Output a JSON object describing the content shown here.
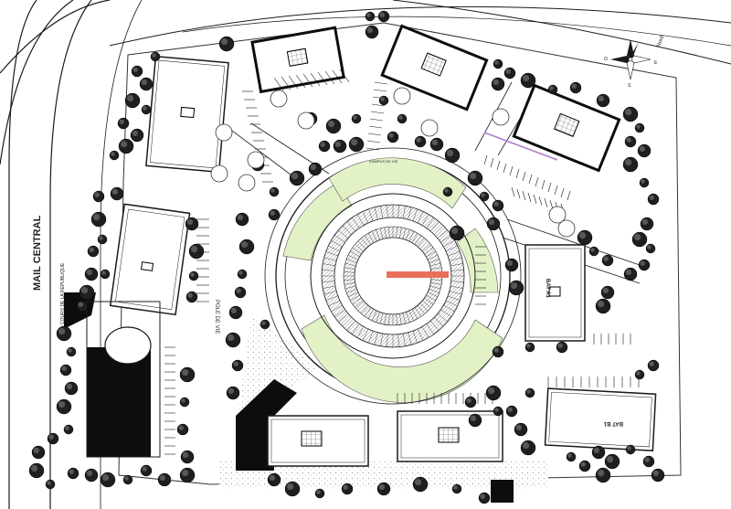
{
  "map": {
    "road_label": "MAIL CENTRAL",
    "road_sublabel": "COURS DE LA REPUBLIQUE",
    "pole_label": "POLE DE VIE",
    "ring_label": "CAMPUS DE VIE",
    "bat_a1": "BAT A1",
    "bat_b1": "BAT B1",
    "compass_label": "Nord",
    "compass_e": "E",
    "compass_o": "O",
    "compass_s": "S"
  },
  "colors": {
    "line": "#1a1a1a",
    "lawn": "#e3f2c6",
    "accent_bar": "#e8705a",
    "shadow_mass": "#0d0d0d",
    "purple_line": "#b07acb",
    "tree_fill": "#1f1f1f",
    "gravel": "#bdbdbd"
  }
}
